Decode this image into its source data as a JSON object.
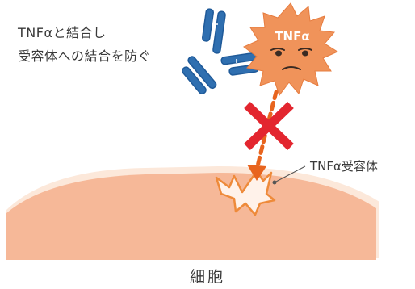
{
  "caption": {
    "line1": "TNFαと結合し",
    "line2": "受容体への結合を防ぐ"
  },
  "tnf_label": "TNFα",
  "receptor_label": "TNFα受容体",
  "cell_label": "細胞",
  "colors": {
    "antibody": "#2f6fb0",
    "tnf_body": "#f0935a",
    "block_mark": "#e3262f",
    "arrow": "#e8641e",
    "cell_fill": "#f6b898",
    "cell_rim": "#fce8da"
  }
}
